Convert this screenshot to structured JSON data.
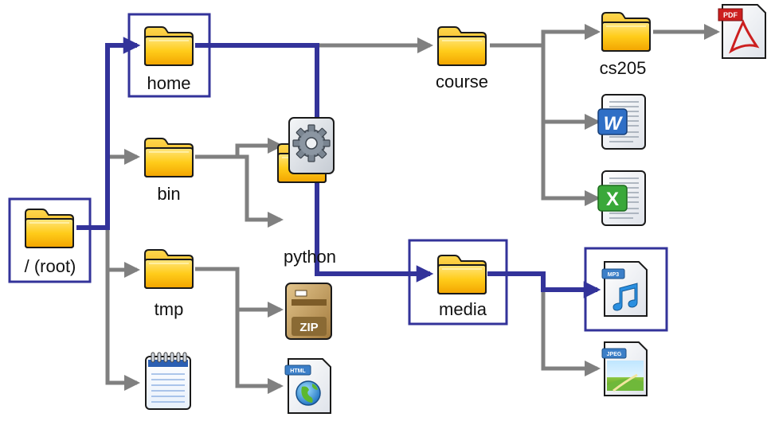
{
  "nodes": {
    "root": "/ (root)",
    "home": "home",
    "bin": "bin",
    "tmp": "tmp",
    "python": "python",
    "course": "course",
    "media": "media",
    "cs205": "cs205"
  },
  "file_badges": {
    "pdf": "PDF",
    "zip": "ZIP",
    "html": "HTML",
    "mp3": "MP3",
    "jpeg": "JPEG",
    "word": "W",
    "excel": "X"
  },
  "icons": {
    "folder": "folder-icon",
    "pdf": "pdf-file-icon",
    "word": "word-document-icon",
    "excel": "excel-spreadsheet-icon",
    "gear": "settings-gear-icon",
    "zip": "zip-archive-icon",
    "html": "html-file-icon",
    "notepad": "notepad-icon",
    "mp3": "mp3-audio-icon",
    "jpeg": "jpeg-image-icon"
  },
  "colors": {
    "path_highlight": "#33339a",
    "connector": "#808080",
    "folder_fill": "#ffc000"
  }
}
